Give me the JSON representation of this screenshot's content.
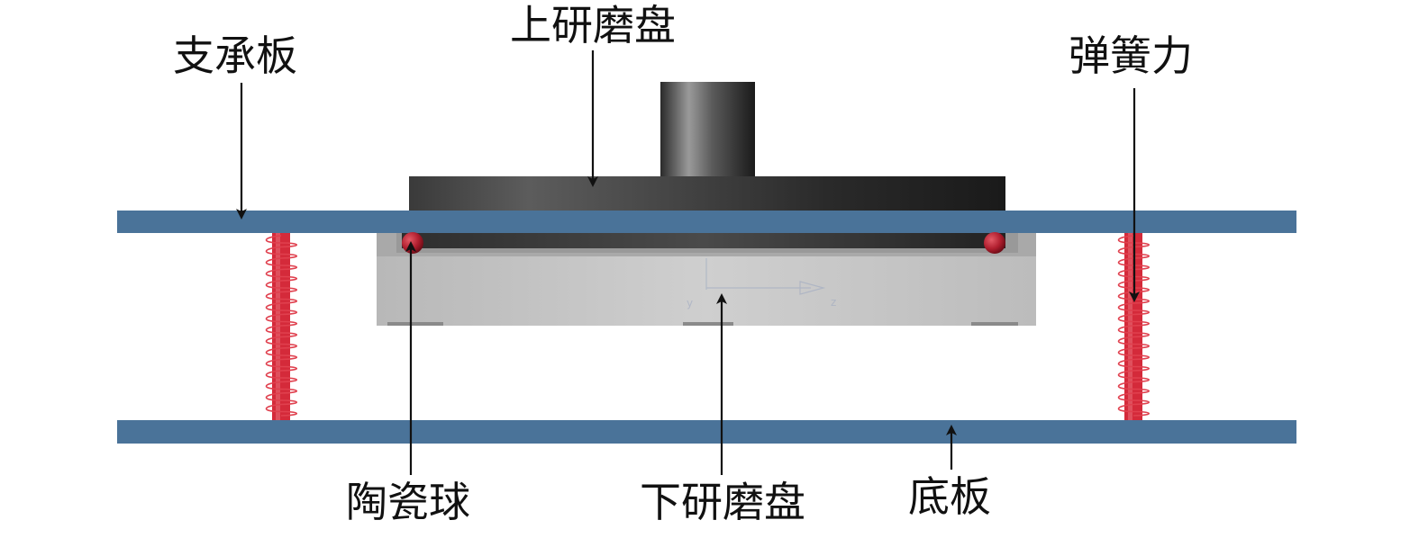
{
  "labels": {
    "support_plate": "支承板",
    "upper_disc": "上研磨盘",
    "spring_force": "弹簧力",
    "ceramic_ball": "陶瓷球",
    "lower_disc": "下研磨盘",
    "base_plate": "底板"
  },
  "axis_labels": {
    "y": "y",
    "z": "z"
  },
  "colors": {
    "plate": "#4a7399",
    "spring": "#d42a3a",
    "ball": "#b01e2e",
    "upper_disc_dark": "#1e1e1e",
    "lower_disc_light": "#c4c4c4"
  }
}
